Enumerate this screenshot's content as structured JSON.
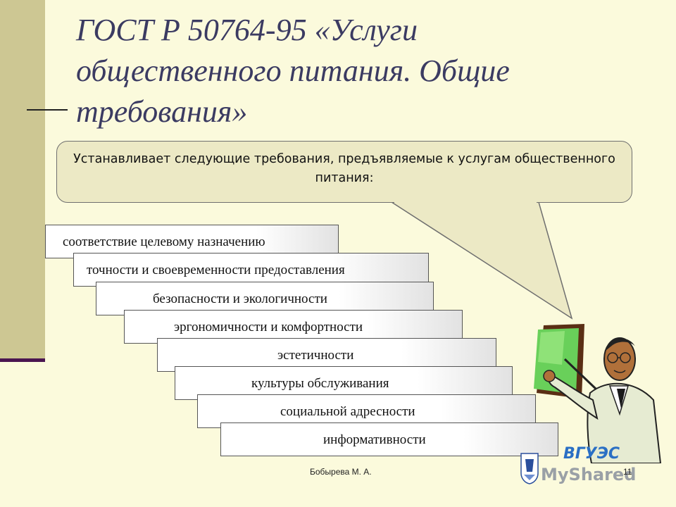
{
  "slide": {
    "title": "ГОСТ Р 50764-95 «Услуги общественного питания. Общие требования»",
    "callout_text": "Устанавливает следующие требования, предъявляемые к услугам общественного питания:",
    "steps": [
      "соответствие целевому назначению",
      "точности и своевременности предоставления",
      "безопасности и экологичности",
      "эргономичности и комфортности",
      "эстетичности",
      "культуры обслуживания",
      "социальной адресности",
      "информативности"
    ],
    "author": "Бобырева М. А.",
    "page_number": "11",
    "logo_text": "ВГУЭС",
    "watermark_text": "MyShared"
  },
  "colors": {
    "background": "#fbfadc",
    "sidebar": "#cdc793",
    "accent_line": "#4a1550",
    "title": "#3b3b62",
    "callout_fill": "#ece9c5"
  }
}
